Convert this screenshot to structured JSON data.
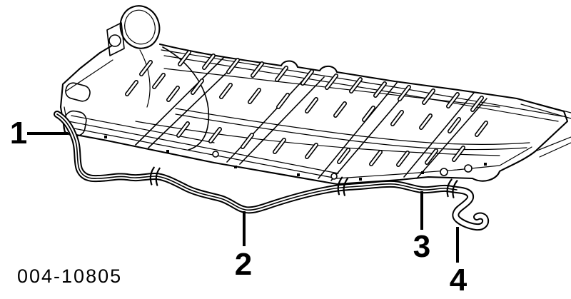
{
  "diagram": {
    "part_code": "004-10805",
    "callouts": [
      {
        "label": "1"
      },
      {
        "label": "2"
      },
      {
        "label": "3"
      },
      {
        "label": "4"
      }
    ],
    "colors": {
      "line": "#000000",
      "background": "#ffffff"
    }
  }
}
